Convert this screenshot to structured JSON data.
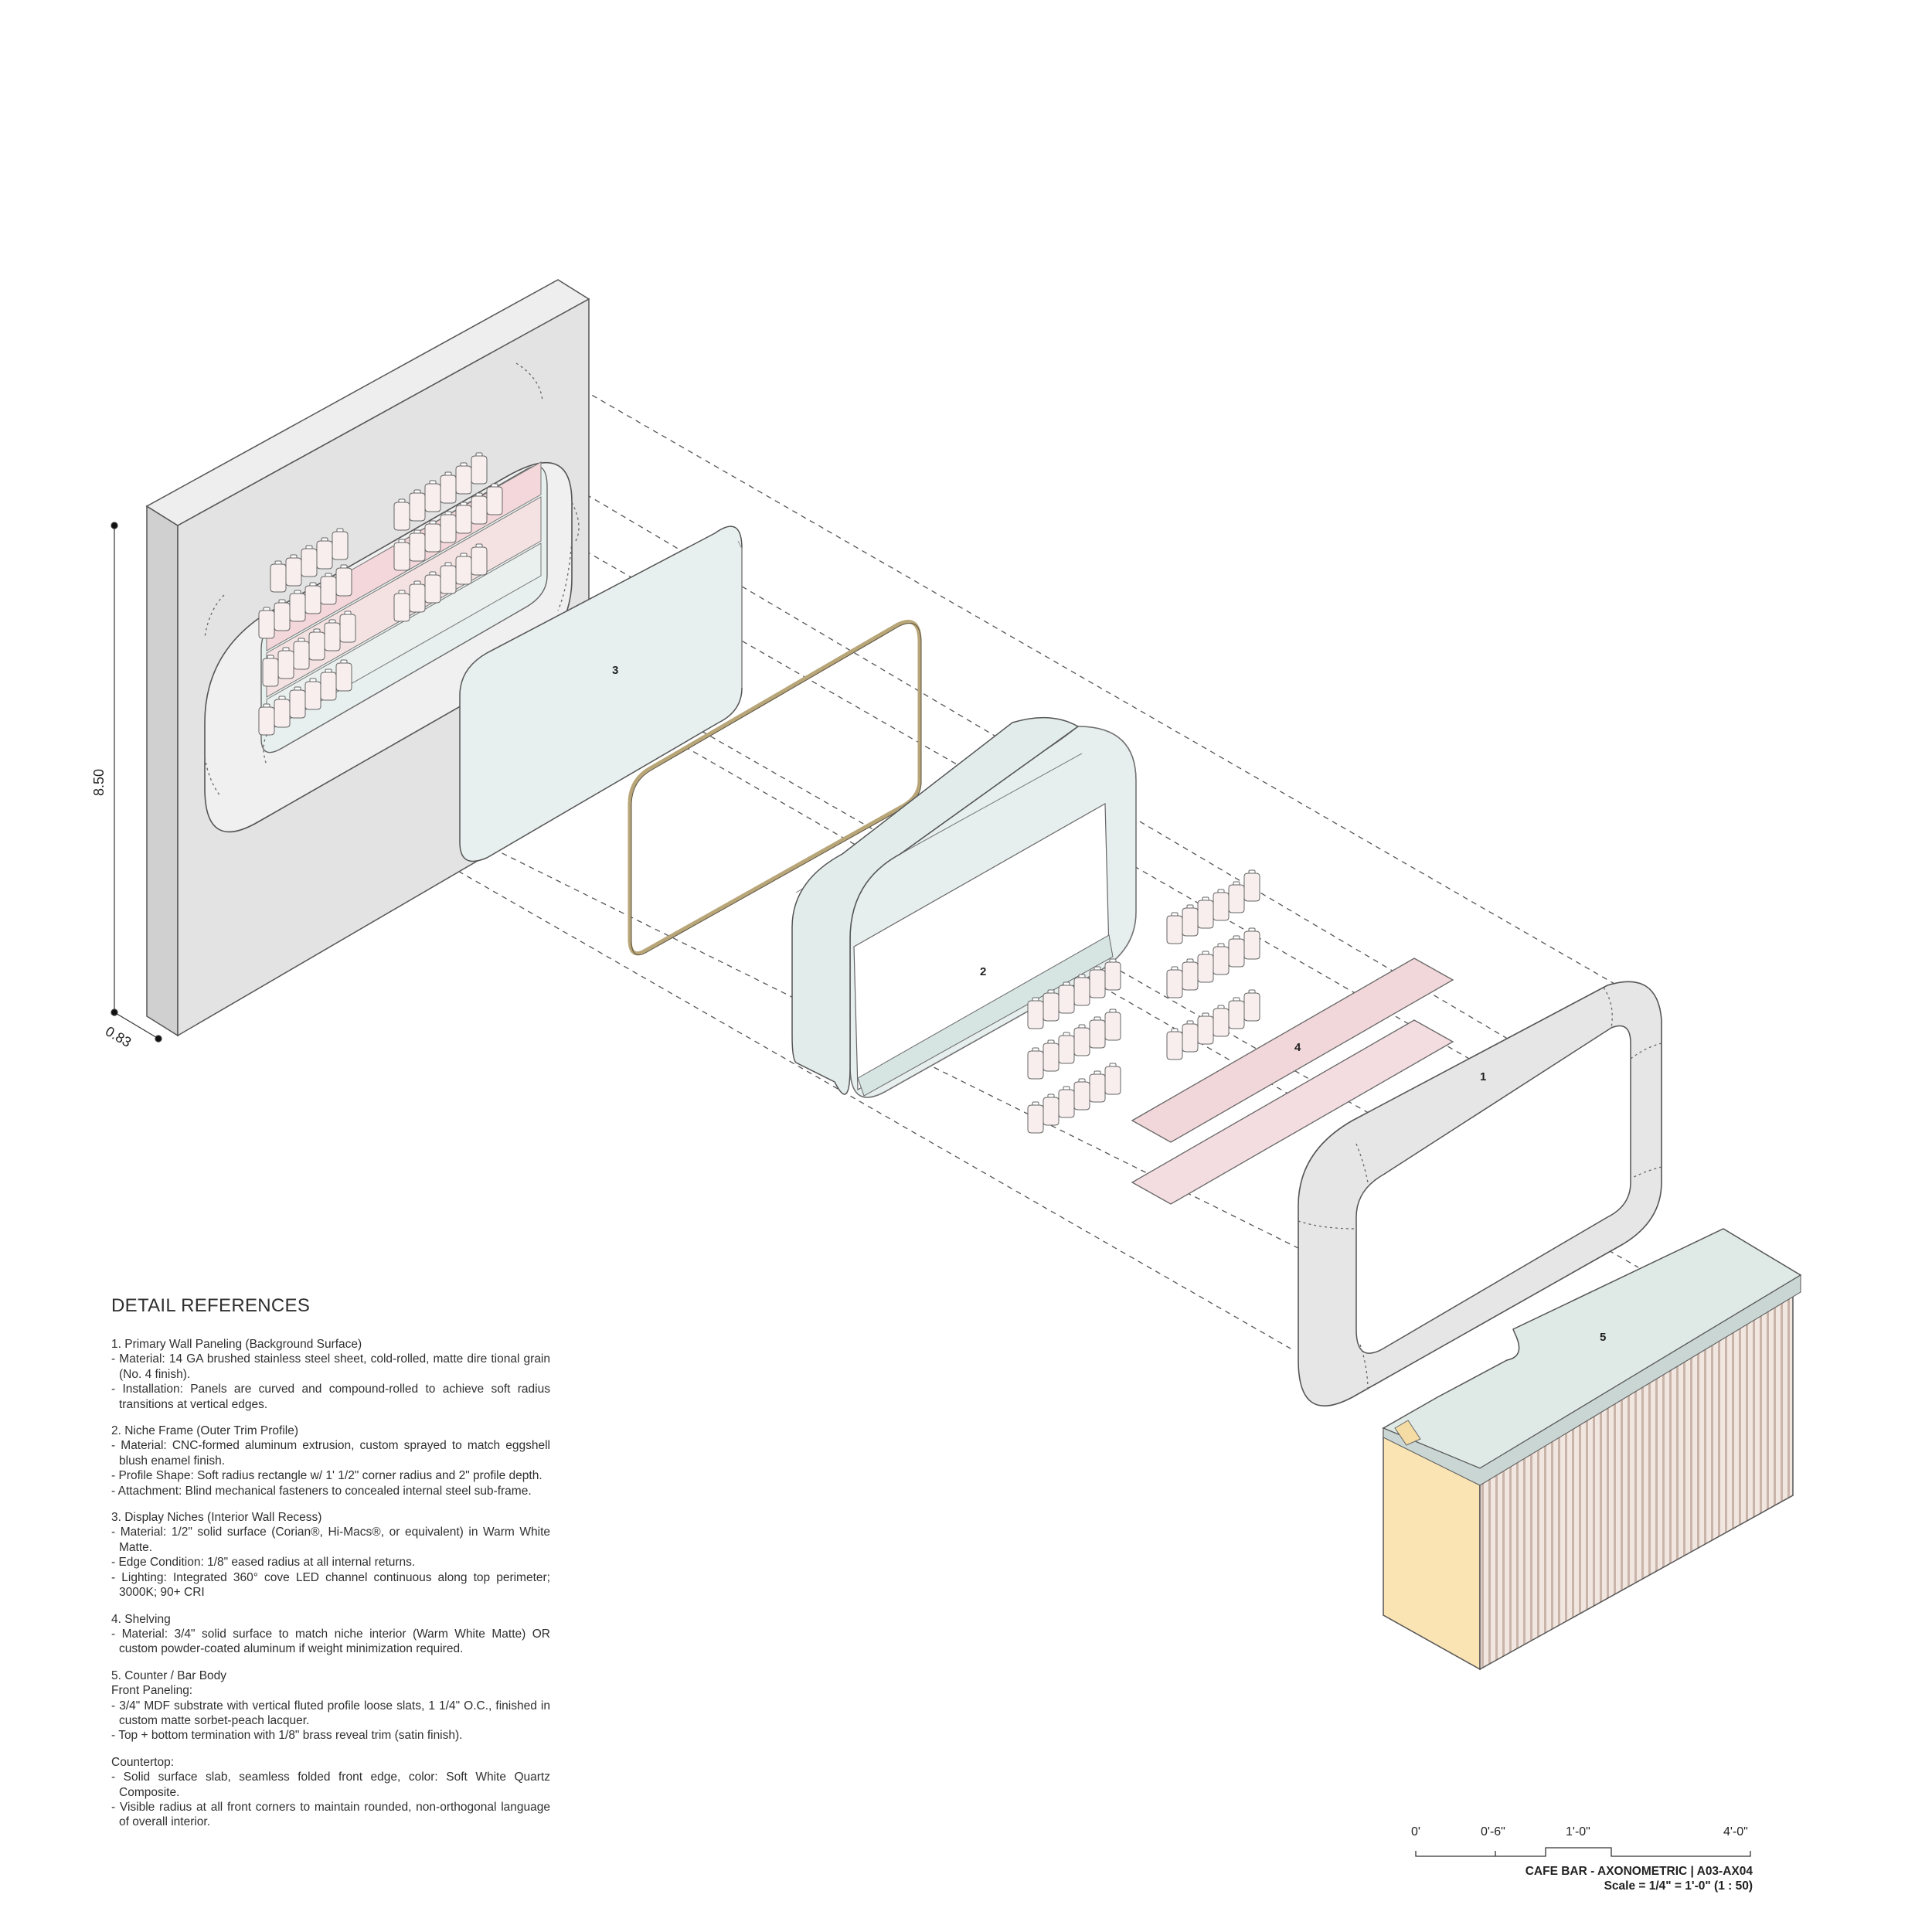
{
  "dimensions": {
    "height": "8.50",
    "depth": "0.83"
  },
  "callouts": {
    "c1": "1",
    "c2": "2",
    "c3": "3",
    "c4": "4",
    "c5": "5"
  },
  "detail_references": {
    "heading": "DETAIL REFERENCES",
    "sections": [
      {
        "title": "1. Primary Wall Paneling (Background Surface)",
        "items": [
          "- Material: 14 GA brushed stainless steel sheet, cold-rolled, matte dire tional grain (No. 4 finish).",
          "- Installation: Panels are curved and compound-rolled to achieve soft radius transitions at vertical edges."
        ]
      },
      {
        "title": "2. Niche Frame (Outer Trim Profile)",
        "items": [
          "- Material: CNC-formed aluminum extrusion, custom sprayed to match eggshell blush enamel finish.",
          "- Profile Shape: Soft radius rectangle w/ 1' 1/2\" corner radius and 2\" profile depth.",
          "- Attachment: Blind mechanical fasteners to concealed internal steel sub-frame."
        ]
      },
      {
        "title": "3. Display Niches (Interior Wall Recess)",
        "items": [
          "- Material: 1/2\" solid surface (Corian®, Hi-Macs®, or equivalent) in Warm White Matte.",
          "- Edge Condition: 1/8\" eased radius at all internal returns.",
          "- Lighting: Integrated 360° cove LED channel continuous along top perimeter; 3000K; 90+ CRI"
        ]
      },
      {
        "title": "4. Shelving",
        "items": [
          "- Material: 3/4\" solid surface to match niche interior (Warm White Matte) OR custom powder-coated aluminum if weight minimization required."
        ]
      },
      {
        "title": "5. Counter / Bar Body",
        "items": [
          "Front Paneling:",
          "- 3/4\" MDF substrate with vertical fluted profile loose slats, 1 1/4\" O.C., finished in custom matte sorbet-peach lacquer.",
          "- Top + bottom termination with 1/8\" brass reveal trim (satin finish)."
        ]
      },
      {
        "title": "Countertop:",
        "items": [
          "- Solid surface slab, seamless folded front edge, color: Soft White Quartz Composite.",
          "- Visible radius at all front corners to maintain rounded, non-orthogonal language of overall interior."
        ]
      }
    ]
  },
  "scale_bar": {
    "labels": [
      "0'",
      "0'-6\"",
      "1'-0\"",
      "4'-0\""
    ]
  },
  "title_block": {
    "line1": "CAFE BAR - AXONOMETRIC | A03-AX04",
    "line2": "Scale = 1/4\" = 1'-0\" (1 : 50)"
  },
  "colors": {
    "wall": "#e4e4e4",
    "wall_side": "#d2d2d2",
    "glass": "#e4efed",
    "blush": "#f2d8da",
    "brass": "#c8b98a",
    "peach_side": "#fbe6b8",
    "fluted": "#d8c7be",
    "countertop": "#dfe9e6",
    "line": "#555555"
  },
  "icons": {
    "bottle": "bottle-icon"
  }
}
